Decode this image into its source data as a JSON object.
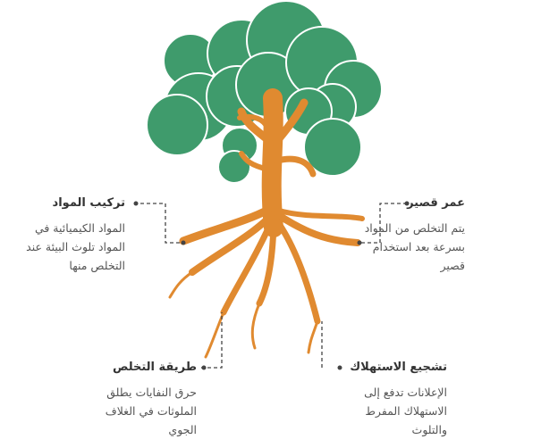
{
  "colors": {
    "canopy": "#3f9b6c",
    "canopy_outline": "#ffffff",
    "trunk": "#e08a30",
    "connector": "#444444",
    "title_text": "#333333",
    "body_text": "#555555"
  },
  "callouts": {
    "top_left": {
      "title": "تركيب المواد",
      "lines": [
        "المواد الكيميائية في",
        "المواد تلوث البيئة عند",
        "التخلص منها"
      ]
    },
    "top_right": {
      "title": "عمر قصير",
      "lines": [
        "يتم التخلص من المواد",
        "بسرعة بعد استخدام",
        "قصير"
      ]
    },
    "bottom_left": {
      "title": "طريقة التخلص",
      "lines": [
        "حرق النفايات يطلق",
        "الملوثات في الغلاف",
        "الجوي"
      ]
    },
    "bottom_right": {
      "title": "تشجيع الاستهلاك",
      "lines": [
        "الإعلانات تدفع إلى",
        "الاستهلاك المفرط",
        "والتلوث"
      ]
    }
  }
}
